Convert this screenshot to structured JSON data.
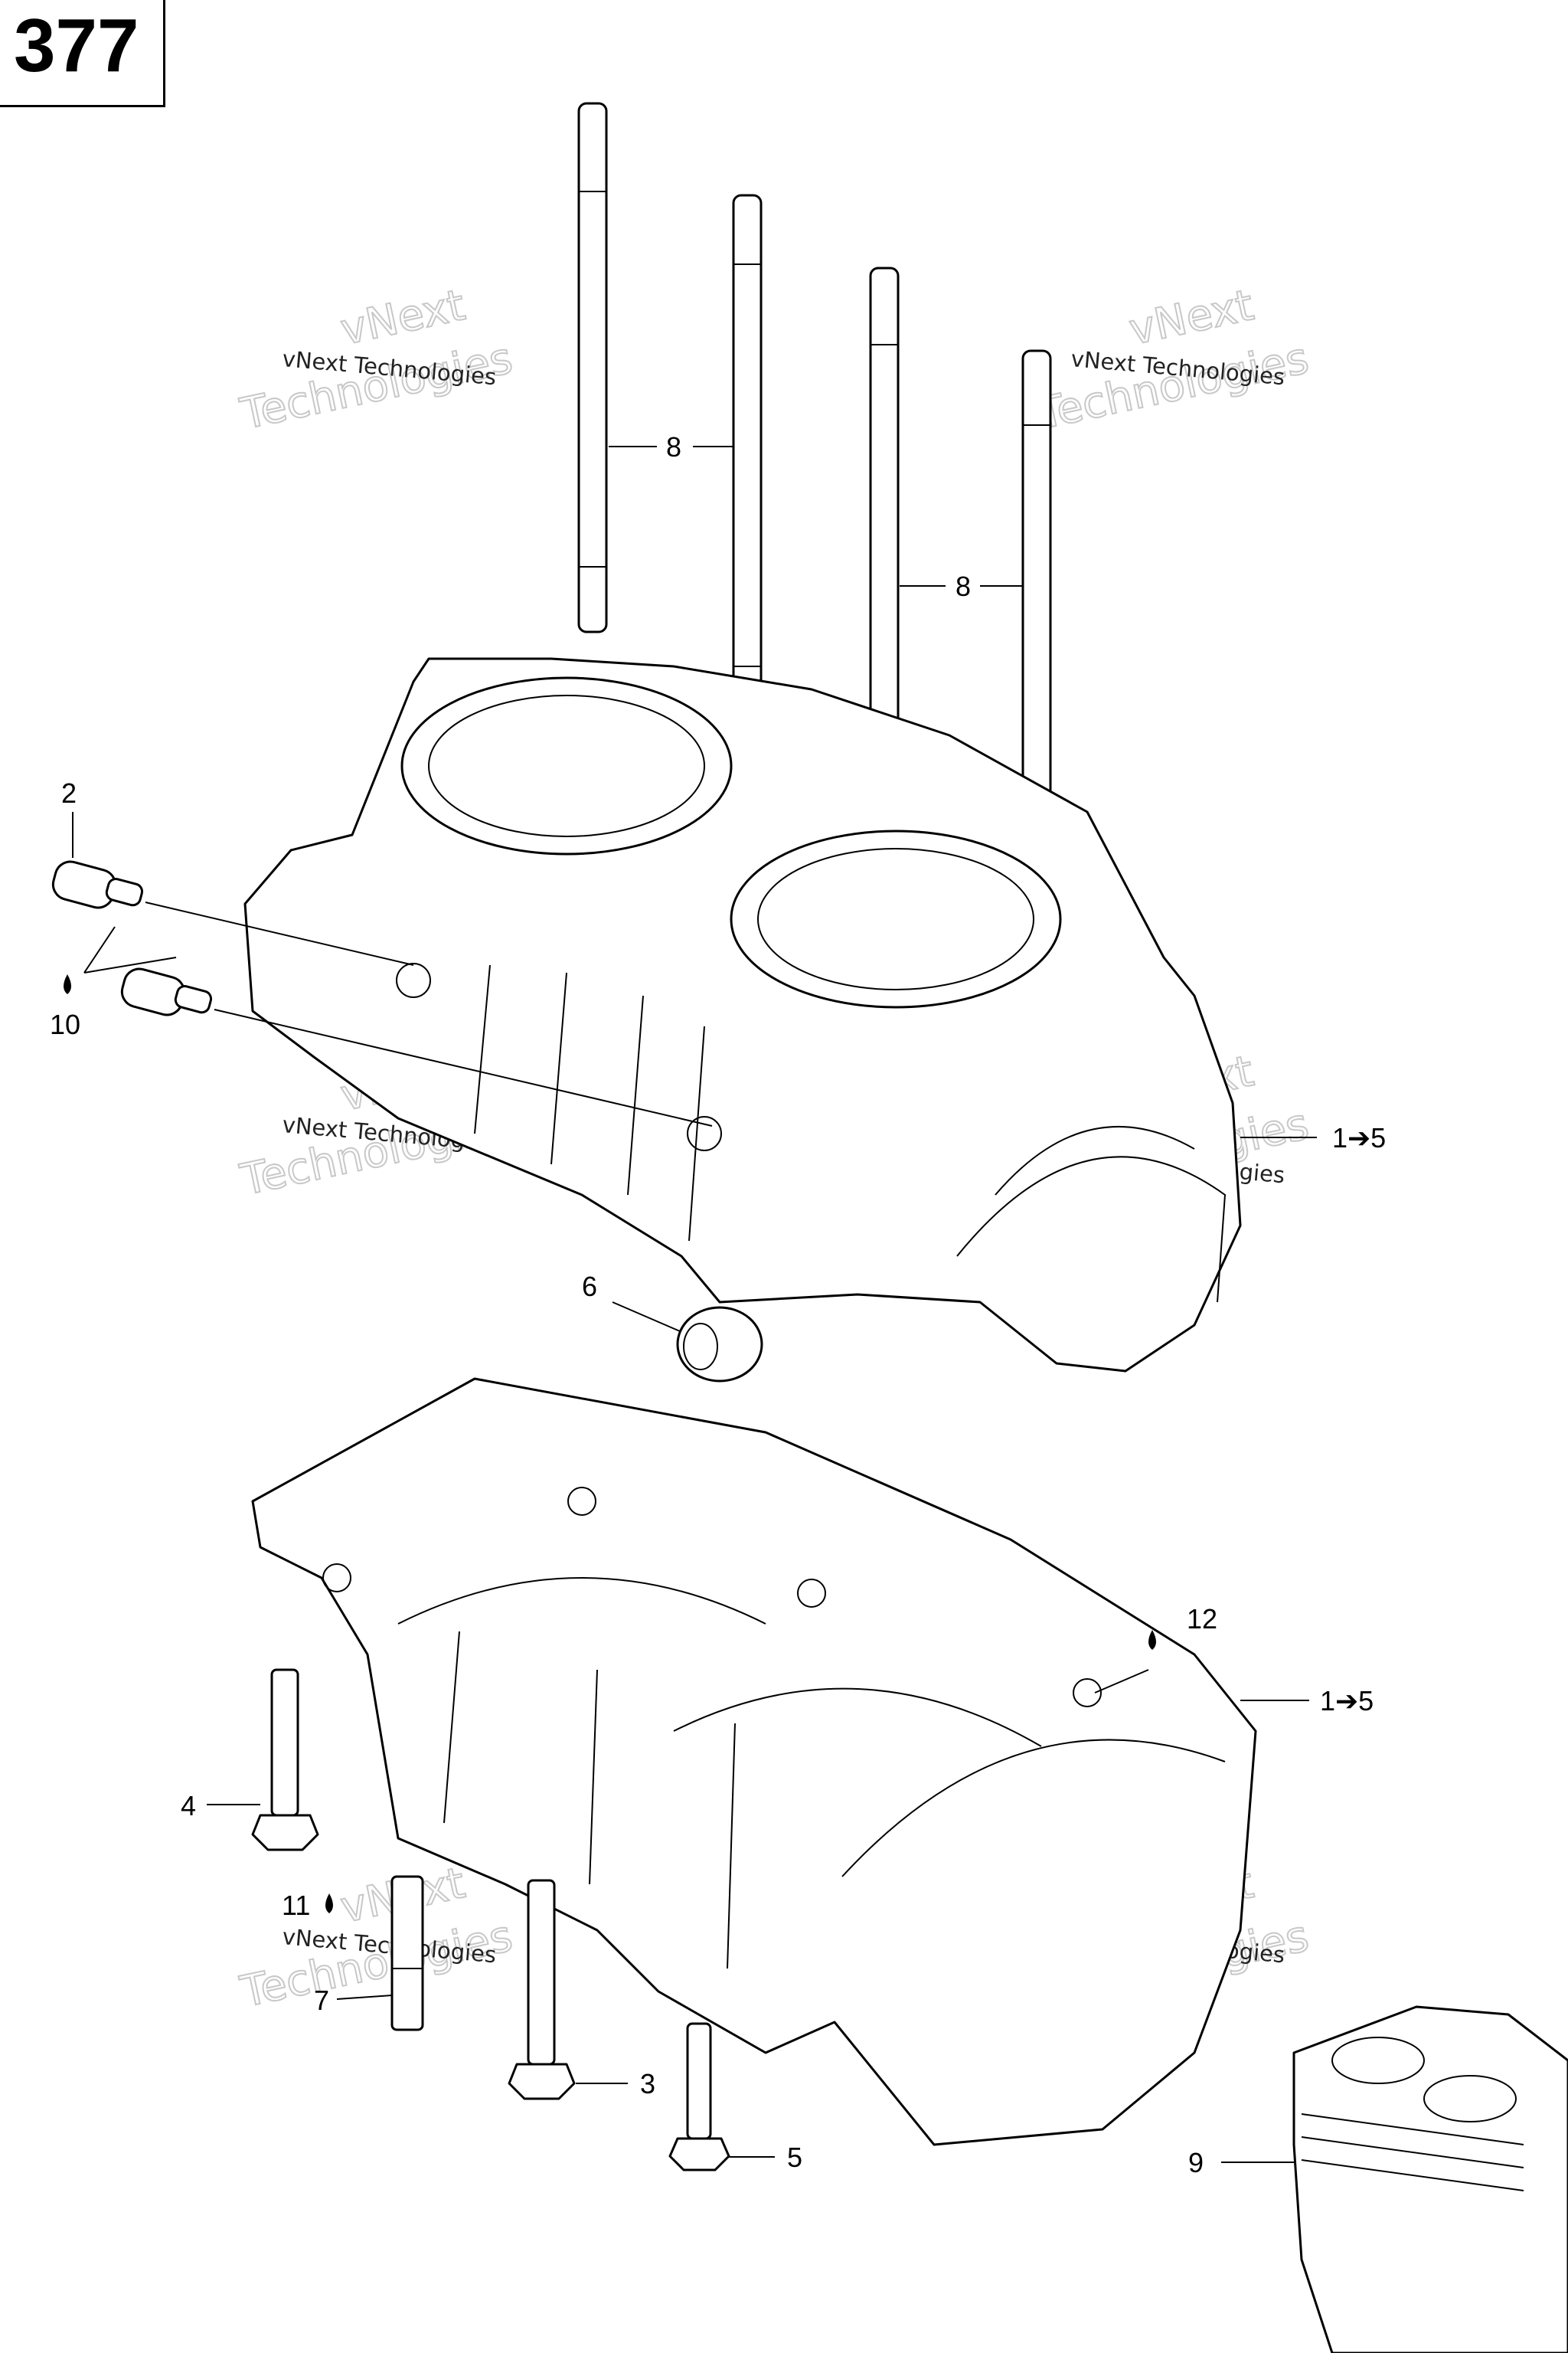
{
  "page_number": "377",
  "callouts": {
    "c1": "8",
    "c2": "8",
    "c3": "2",
    "c4": "10",
    "c5": "1➔5",
    "c6": "6",
    "c7": "12",
    "c8": "1➔5",
    "c9": "4",
    "c10": "11",
    "c11": "7",
    "c12": "3",
    "c13": "5",
    "c14": "9"
  },
  "watermark": {
    "line_small": "vNext Technologies",
    "line_big_1": "vNext",
    "line_big_2": "Technologies"
  },
  "colors": {
    "ink": "#000000",
    "watermark": "#c8c8c8",
    "background": "#ffffff"
  }
}
